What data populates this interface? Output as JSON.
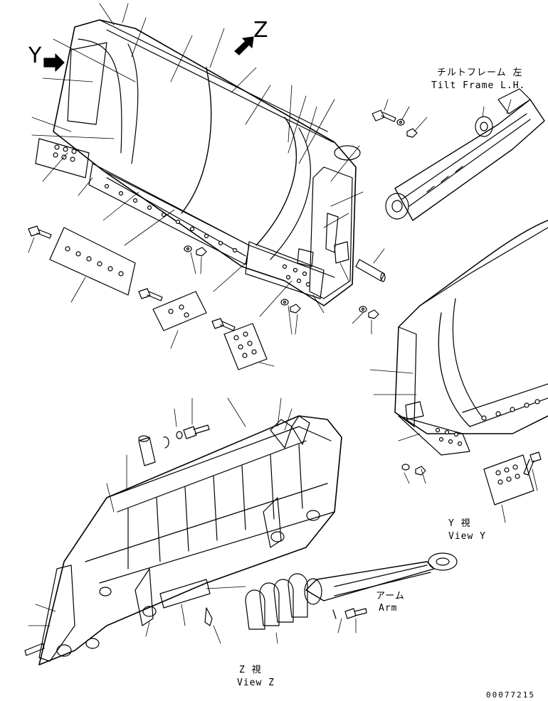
{
  "labels": {
    "view_y_marker": "Y",
    "view_z_marker": "Z",
    "tilt_frame_jp": "チルトフレーム 左",
    "tilt_frame_en": "Tilt Frame L.H.",
    "view_y_jp": "Y 視",
    "view_y_en": "View Y",
    "arm_jp": "アーム",
    "arm_en": "Arm",
    "view_z_jp": "Z 視",
    "view_z_en": "View Z",
    "doc_number": "00077215"
  },
  "colors": {
    "line": "#000000",
    "background": "#ffffff"
  }
}
